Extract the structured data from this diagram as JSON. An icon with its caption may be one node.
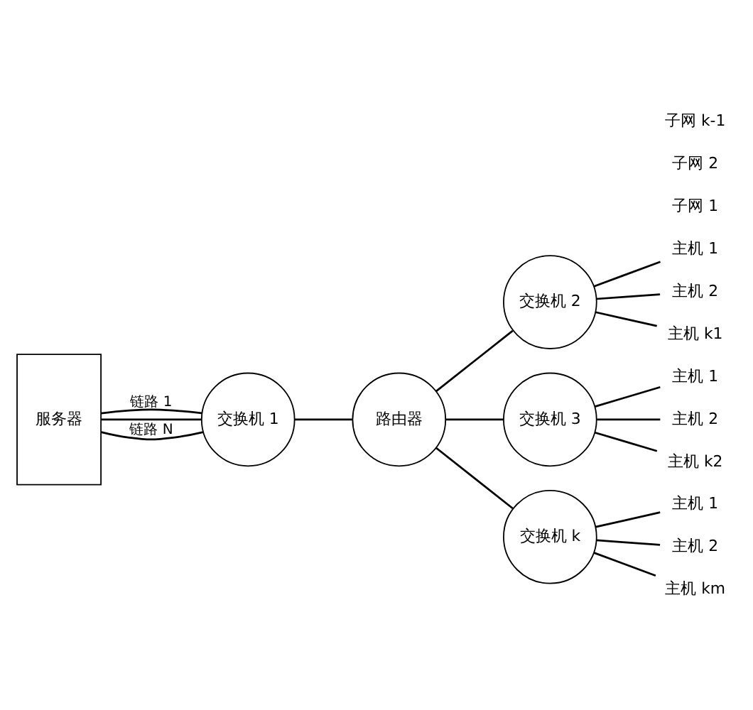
{
  "diagram": {
    "nodes": [
      {
        "text": [
          "服务器"
        ]
      },
      {
        "text": [
          "交换机 1"
        ]
      },
      {
        "text": [
          "路由器"
        ]
      },
      {
        "text": [
          "交换机 2"
        ]
      },
      {
        "text": [
          "交换机 3"
        ]
      },
      {
        "text": [
          "交换机 k"
        ]
      },
      {
        "text": [
          "主机 1"
        ]
      },
      {
        "text": [
          "主机 2"
        ]
      },
      {
        "text": [
          "主机 k1"
        ]
      },
      {
        "text": [
          "主机 1"
        ]
      },
      {
        "text": [
          "主机 2"
        ]
      },
      {
        "text": [
          "主机 k2"
        ]
      },
      {
        "text": [
          "主机 1"
        ]
      },
      {
        "text": [
          "主机 2"
        ]
      },
      {
        "text": [
          "主机 km"
        ]
      }
    ],
    "edges": [
      {
        "from": 0,
        "to": 1,
        "arrow": "none",
        "label": "链路 1"
      },
      {
        "from": 0,
        "to": 1,
        "arrow": "none"
      },
      {
        "from": 0,
        "to": 1,
        "arrow": "none",
        "label": "链路 N"
      },
      {
        "from": 1,
        "to": 2,
        "arrow": "none"
      },
      {
        "from": 2,
        "to": 3,
        "arrow": "none"
      },
      {
        "from": 2,
        "to": 4,
        "arrow": "none"
      },
      {
        "from": 2,
        "to": 5,
        "arrow": "none"
      },
      {
        "from": 3,
        "to": 6,
        "arrow": "none"
      },
      {
        "from": 3,
        "to": 7,
        "arrow": "none"
      },
      {
        "from": 3,
        "to": 8,
        "arrow": "none"
      },
      {
        "from": 4,
        "to": 9,
        "arrow": "none"
      },
      {
        "from": 4,
        "to": 10,
        "arrow": "none"
      },
      {
        "from": 4,
        "to": 11,
        "arrow": "none"
      },
      {
        "from": 5,
        "to": 12,
        "arrow": "none"
      },
      {
        "from": 5,
        "to": 13,
        "arrow": "none"
      },
      {
        "from": 5,
        "to": 14,
        "arrow": "none"
      }
    ],
    "labels": [
      "子网 1",
      "子网 2",
      "子网 k-1"
    ]
  }
}
